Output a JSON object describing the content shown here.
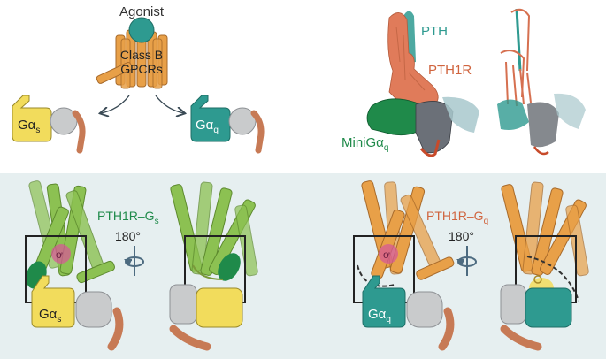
{
  "colors": {
    "teal": "#2e9a90",
    "orange": "#e8a048",
    "yellow": "#f2dc5c",
    "gray": "#c9cbcc",
    "copper": "#c77a55",
    "green": "#8cc152",
    "dark_green": "#1f8a4a",
    "salmon": "#e07b5a",
    "magenta": "#d65a96",
    "panel_bg": "#e6eff0"
  },
  "top_left": {
    "agonist": "Agonist",
    "receptor_line1": "Class B",
    "receptor_line2": "GPCRs",
    "gs_main": "Gα",
    "gs_sub": "s",
    "gq_main": "Gα",
    "gq_sub": "q"
  },
  "top_right": {
    "pth": "PTH",
    "pth1r": "PTH1R",
    "mini_main": "MiniGα",
    "mini_sub": "q"
  },
  "bottom_left": {
    "complex_main": "PTH1R–G",
    "complex_sub": "s",
    "rotation": "180°",
    "g_main": "Gα",
    "g_sub": "s"
  },
  "bottom_right": {
    "complex_main": "PTH1R–G",
    "complex_sub": "q",
    "rotation": "180°",
    "g_main": "Gα",
    "g_sub": "q"
  }
}
